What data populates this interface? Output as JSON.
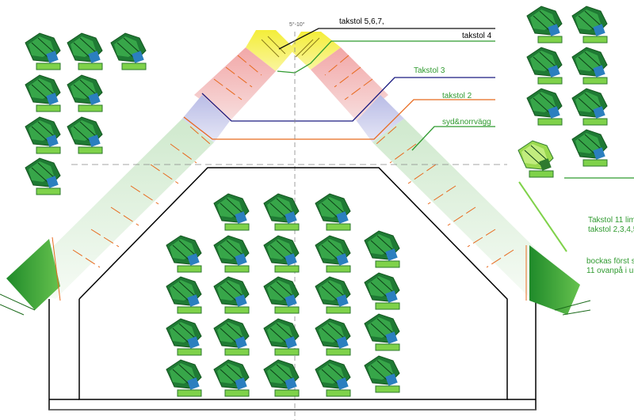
{
  "roof_apex_label": "5°-10°",
  "labels": {
    "takstol_567": "takstol 5,6,7,",
    "takstol_4": "takstol 4",
    "takstol_3": "Takstol 3",
    "takstol_2": "takstol 2",
    "syd_norr": "syd&norrvägg",
    "takstol_11_line1": "Takstol 11 lim",
    "takstol_11_line2": "takstol 2,3,4,5",
    "bockas_line1": "bockas först  s",
    "bockas_line2": "11 ovanpå i un"
  },
  "colors": {
    "takstol_567": "#111111",
    "takstol_4": "#111111",
    "takstol_3": "#1a1a80",
    "takstol_2": "#e86a1e",
    "syd_norr": "#2f9a2f",
    "takstol_11": "#2f9a2f",
    "bockas": "#2f9a2f",
    "plant_dark": "#1f7a34",
    "plant_light": "#3cae4e",
    "plant_blue": "#2b7fbf",
    "plant_base": "#7fd24a"
  },
  "icons": {
    "plant": "plant-cluster-icon",
    "selected_plant": "selected-plant-cluster-icon"
  }
}
